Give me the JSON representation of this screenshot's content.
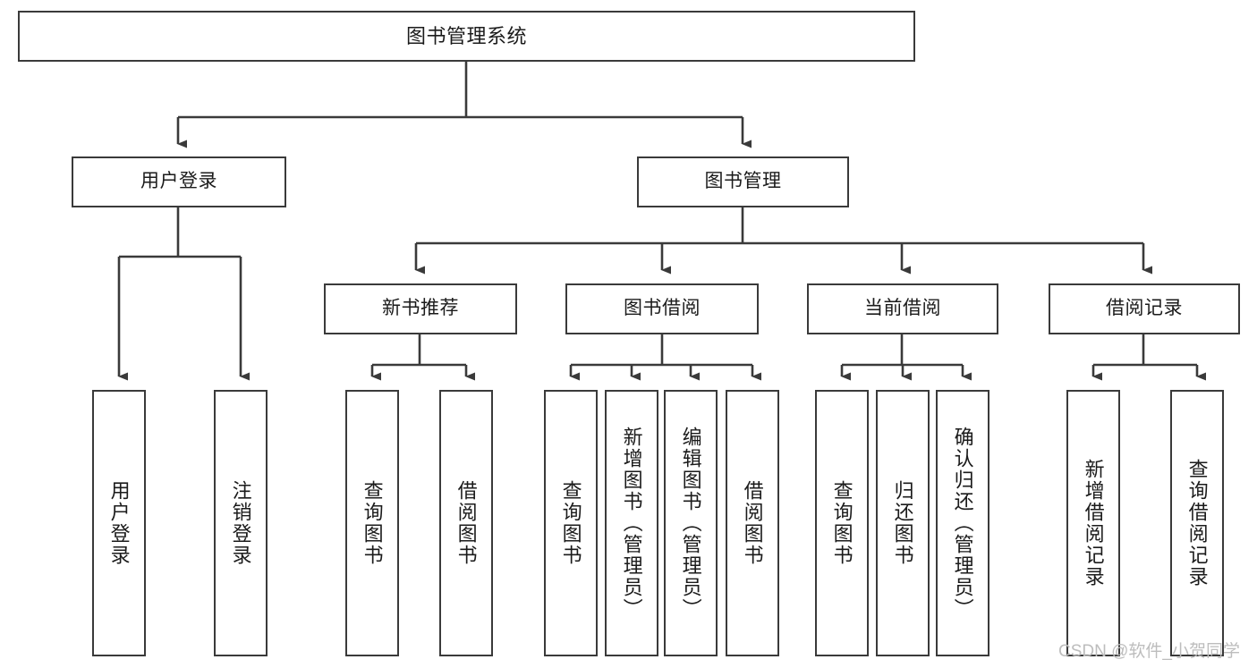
{
  "diagram": {
    "type": "tree-hierarchy-diagram",
    "title": "图书管理系统",
    "watermark": "CSDN @软件_小贺同学",
    "colors": {
      "background": "#ffffff",
      "box_border": "#3a3a3a",
      "box_fill": "#ffffff",
      "edge": "#3a3a3a",
      "text": "#1b1b1b",
      "watermark": "#bdbdbd"
    },
    "nodes": {
      "root": {
        "label": "图书管理系统"
      },
      "level1": [
        {
          "id": "user-login",
          "label": "用户登录"
        },
        {
          "id": "book-management",
          "label": "图书管理"
        }
      ],
      "level2": [
        {
          "id": "new-book-recommend",
          "label": "新书推荐"
        },
        {
          "id": "book-borrow",
          "label": "图书借阅"
        },
        {
          "id": "current-borrow",
          "label": "当前借阅"
        },
        {
          "id": "borrow-record",
          "label": "借阅记录"
        }
      ],
      "leaves": {
        "user_login": [
          {
            "id": "leaf-user-login",
            "label": "用户登录"
          },
          {
            "id": "leaf-logout-login",
            "label": "注销登录"
          }
        ],
        "new_book_recommend": [
          {
            "id": "leaf-query-book-1",
            "label": "查询图书"
          },
          {
            "id": "leaf-borrow-book-1",
            "label": "借阅图书"
          }
        ],
        "book_borrow": [
          {
            "id": "leaf-query-book-2",
            "label": "查询图书"
          },
          {
            "id": "leaf-add-book",
            "label": "新增图书（管理员）"
          },
          {
            "id": "leaf-edit-book",
            "label": "编辑图书（管理员）"
          },
          {
            "id": "leaf-borrow-book-2",
            "label": "借阅图书"
          }
        ],
        "current_borrow": [
          {
            "id": "leaf-query-book-3",
            "label": "查询图书"
          },
          {
            "id": "leaf-return-book",
            "label": "归还图书"
          },
          {
            "id": "leaf-confirm-return",
            "label": "确认归还（管理员）"
          }
        ],
        "borrow_record": [
          {
            "id": "leaf-add-record",
            "label": "新增借阅记录"
          },
          {
            "id": "leaf-query-record",
            "label": "查询借阅记录"
          }
        ]
      }
    }
  }
}
